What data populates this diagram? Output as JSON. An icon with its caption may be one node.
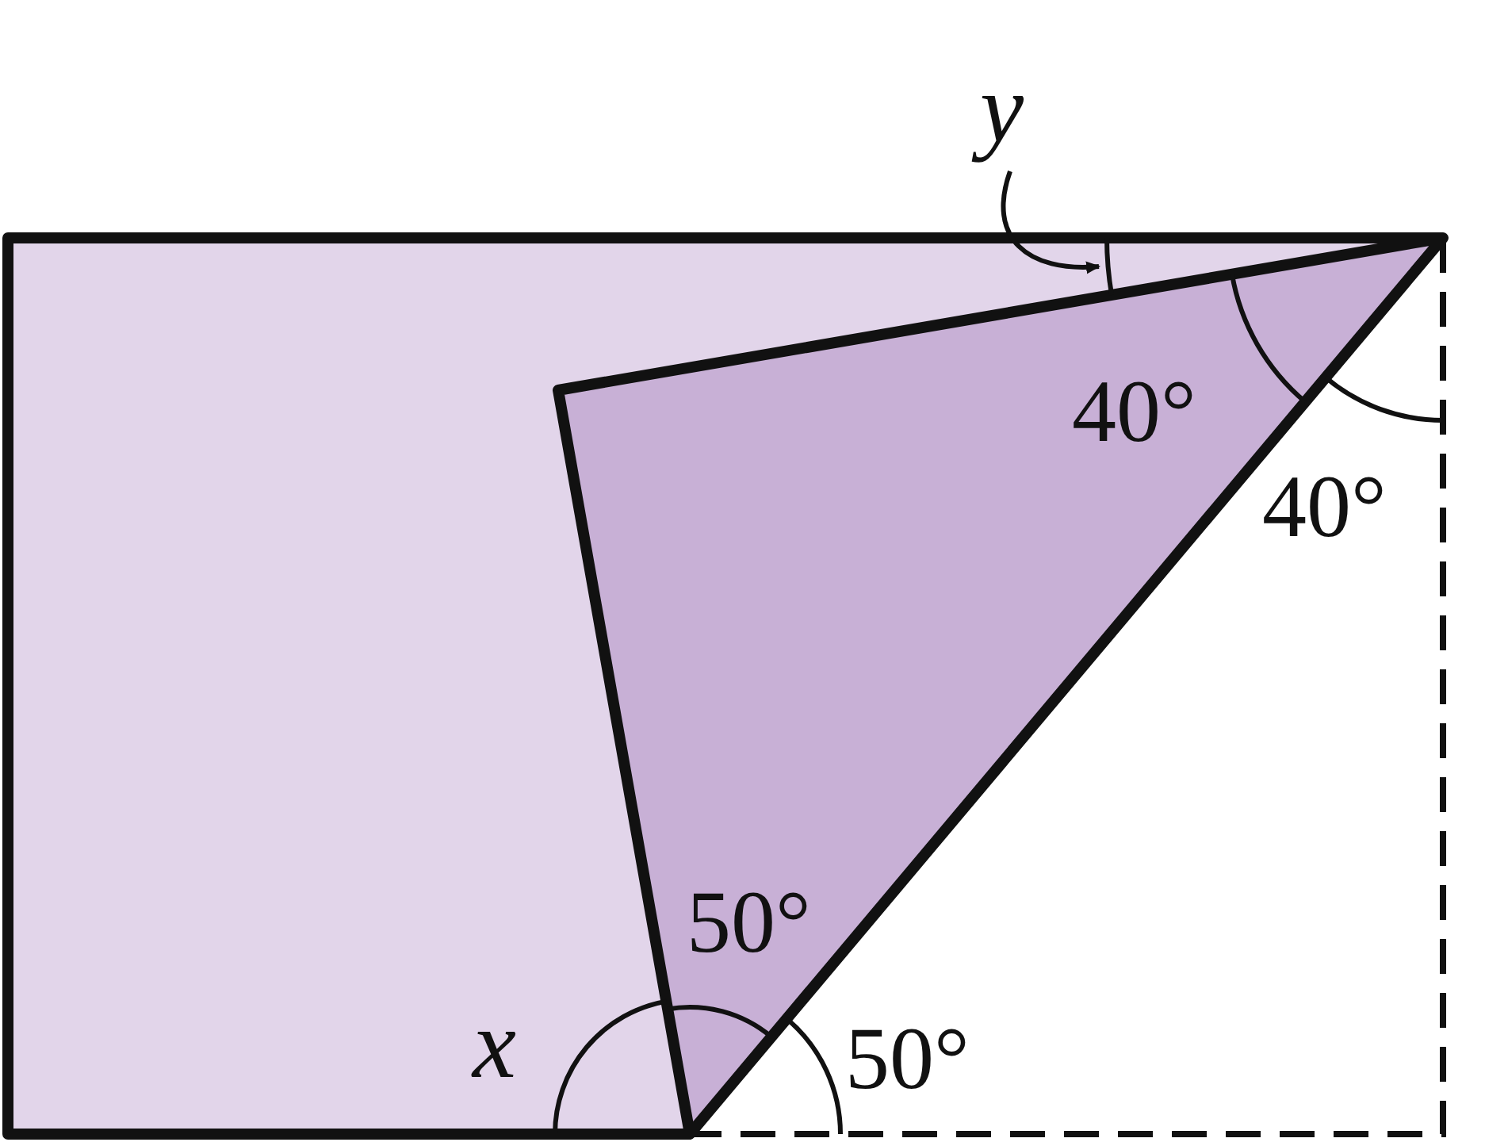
{
  "diagram": {
    "nodes": [
      {
        "text": [
          "y"
        ]
      },
      {
        "text": [],
        "shape": "arc"
      }
    ],
    "edges": [
      {
        "from": 0,
        "to": 1,
        "arrow": "to"
      }
    ],
    "labels": [
      "40°",
      "40°",
      "50°",
      "x",
      "50°"
    ]
  }
}
